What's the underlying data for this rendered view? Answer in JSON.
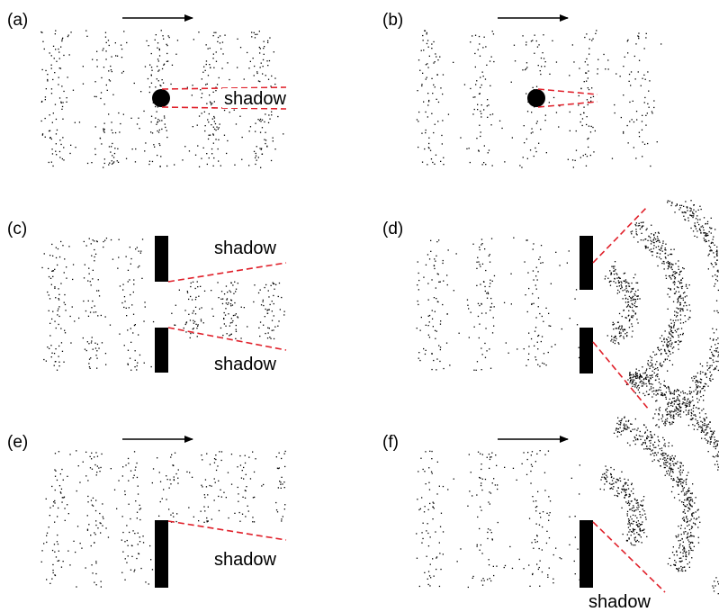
{
  "panels": [
    {
      "id": "a",
      "label": "(a)",
      "obstacle": "small-disk",
      "arrow": true,
      "shadow_labels": [
        "shadow"
      ]
    },
    {
      "id": "b",
      "label": "(b)",
      "obstacle": "small-disk",
      "arrow": true,
      "shadow_labels": []
    },
    {
      "id": "c",
      "label": "(c)",
      "obstacle": "wide-aperture",
      "arrow": false,
      "shadow_labels": [
        "shadow",
        "shadow"
      ]
    },
    {
      "id": "d",
      "label": "(d)",
      "obstacle": "narrow-aperture",
      "arrow": false,
      "shadow_labels": []
    },
    {
      "id": "e",
      "label": "(e)",
      "obstacle": "barrier-edge",
      "arrow": true,
      "shadow_labels": [
        "shadow"
      ]
    },
    {
      "id": "f",
      "label": "(f)",
      "obstacle": "barrier-edge",
      "arrow": true,
      "shadow_labels": [
        "shadow"
      ]
    }
  ],
  "colors": {
    "wave_dots": "#000000",
    "obstacle": "#000000",
    "shadow_lines": "#e0202a",
    "background": "#ffffff"
  },
  "icons": {
    "direction": "right-arrow-icon"
  }
}
